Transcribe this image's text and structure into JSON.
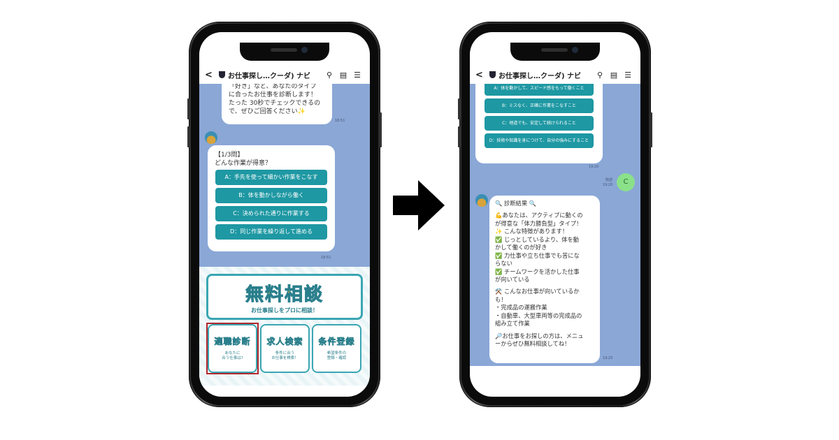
{
  "header": {
    "back": "<",
    "title": "お仕事探し…クーダ) ナビ",
    "search_icon": "search-icon",
    "note_icon": "note-icon",
    "menu_icon": "menu-icon"
  },
  "left": {
    "intro_lines": [
      "「好き」など、あなたのタイプ",
      "に合ったお仕事を診断します！",
      "たった 30秒でチェックできるの",
      "で、ぜひご回答ください✨"
    ],
    "intro_time": "18:51",
    "question_label": "【1/3問】",
    "question_text": "どんな作業が得意？",
    "options": [
      "A：手先を使って細かい作業をこなす",
      "B：体を動かしながら働く",
      "C：決められた通りに作業する",
      "D：同じ作業を繰り返して進める"
    ],
    "question_time": "18:51",
    "rich_menu": {
      "main_title": "無料相談",
      "main_sub": "お仕事探しをプロに相談！",
      "cells": [
        {
          "title": "適職診断",
          "sub": "あなたに\n合う仕事は?"
        },
        {
          "title": "求人検索",
          "sub": "条件に合う\nお仕事を検索！"
        },
        {
          "title": "条件登録",
          "sub": "希望条件の\n登録・確認"
        }
      ]
    }
  },
  "right": {
    "options": [
      "A：体を動かして、スピード感をもって働くこと",
      "B：ミスなく、正確に作業をこなすこと",
      "C：地道でも、安定して続けられること",
      "D：技術や知識を身につけて、自分の強みにすること"
    ],
    "options_time": "19:20",
    "user_read": "既読",
    "user_time": "19:20",
    "user_reply": "C",
    "result_lines": [
      "🔍 診断結果 🔍",
      "",
      "💪あなたは、アクティブに動くの",
      "が得意な「体力勝負型」タイプ！",
      "✨ こんな特徴があります！",
      "✅ じっとしているより、体を動",
      "かして働くのが好き",
      "✅ 力仕事や立ち仕事でも苦にな",
      "らない",
      "✅ チームワークを活かした仕事",
      "が向いている",
      "",
      "⚒️ こんなお仕事が向いているか",
      "も！",
      "・完成品の運搬作業",
      "・自動車、大型車両等の完成品の",
      "組み立て作業",
      "",
      "🔎お仕事をお探しの方は、メニュ",
      "ーからぜひ無料相談してね！"
    ],
    "result_time": "19:20"
  },
  "colors": {
    "chat_bg": "#8aa7d6",
    "option_bg": "#1e98a3",
    "accent_yellow": "#f0c23a",
    "highlight_red": "#b0272d",
    "user_bubble": "#8be08a"
  }
}
